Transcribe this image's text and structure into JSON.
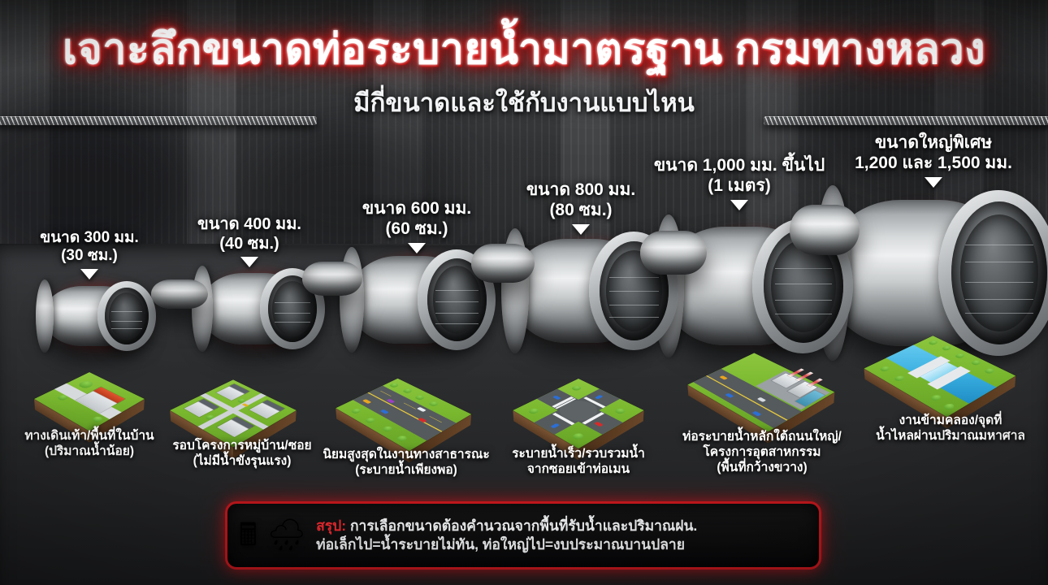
{
  "header": {
    "title": "เจาะลึกขนาดท่อระบายน้ำมาตรฐาน กรมทางหลวง",
    "subtitle": "มีกี่ขนาดและใช้กับงานแบบไหน",
    "title_glow_color": "#e0121 2",
    "title_color": "#ffffff"
  },
  "pipes": [
    {
      "id": "pipe-300",
      "label_line1": "ขนาด 300 มม.",
      "label_line2": "(30 ซม.)",
      "caption_line1": "ทางเดินเท้า/พื้นที่ในบ้าน",
      "caption_line2": "(ปริมาณน้ำน้อย)",
      "caption_line3": "",
      "scene": "house"
    },
    {
      "id": "pipe-400",
      "label_line1": "ขนาด 400 มม.",
      "label_line2": "(40 ซม.)",
      "caption_line1": "รอบโครงการหมู่บ้าน/ซอย",
      "caption_line2": "(ไม่มีน้ำขังรุนแรง)",
      "caption_line3": "",
      "scene": "village"
    },
    {
      "id": "pipe-600",
      "label_line1": "ขนาด 600 มม.",
      "label_line2": "(60 ซม.)",
      "caption_line1": "นิยมสูงสุดในงานทางสาธารณะ",
      "caption_line2": "(ระบายน้ำเพียงพอ)",
      "caption_line3": "",
      "scene": "highway"
    },
    {
      "id": "pipe-800",
      "label_line1": "ขนาด 800 มม.",
      "label_line2": "(80 ซม.)",
      "caption_line1": "ระบายน้ำเร็ว/รวบรวมน้ำ",
      "caption_line2": "จากซอยเข้าท่อเมน",
      "caption_line3": "",
      "scene": "intersection"
    },
    {
      "id": "pipe-1000",
      "label_line1": "ขนาด 1,000 มม. ขึ้นไป",
      "label_line2": "(1 เมตร)",
      "caption_line1": "ท่อระบายน้ำหลักใต้ถนนใหญ่/",
      "caption_line2": "โครงการอุตสาหกรรม",
      "caption_line3": "(พื้นที่กว้างขวาง)",
      "scene": "industrial"
    },
    {
      "id": "pipe-1200-1500",
      "label_line1": "ขนาดใหญ่พิเศษ",
      "label_line2": "1,200 และ 1,500 มม.",
      "caption_line1": "งานข้ามคลอง/จุดที่",
      "caption_line2": "น้ำไหลผ่านปริมาณมหาศาล",
      "caption_line3": "",
      "scene": "canal"
    }
  ],
  "summary": {
    "icon_calculator": "🖩",
    "icon_rain": "🌧",
    "keyword": "สรุป:",
    "line1": " การเลือกขนาดต้องคำนวณจากพื้นที่รับน้ำและปริมาณฝน.",
    "line2": "ท่อเล็กไป=น้ำระบายไม่ทัน, ท่อใหญ่ไป=งบประมาณบานปลาย",
    "border_color": "#c0171c",
    "keyword_color": "#ef2a2f"
  },
  "theme": {
    "accent_red": "#e2181e",
    "pipe_glow": "#ff2424",
    "bg_dark": "#232426",
    "text_white": "#ffffff",
    "grass_green": "#7ab82f",
    "water_blue": "#39aee0",
    "soil_brown": "#6a4729"
  }
}
